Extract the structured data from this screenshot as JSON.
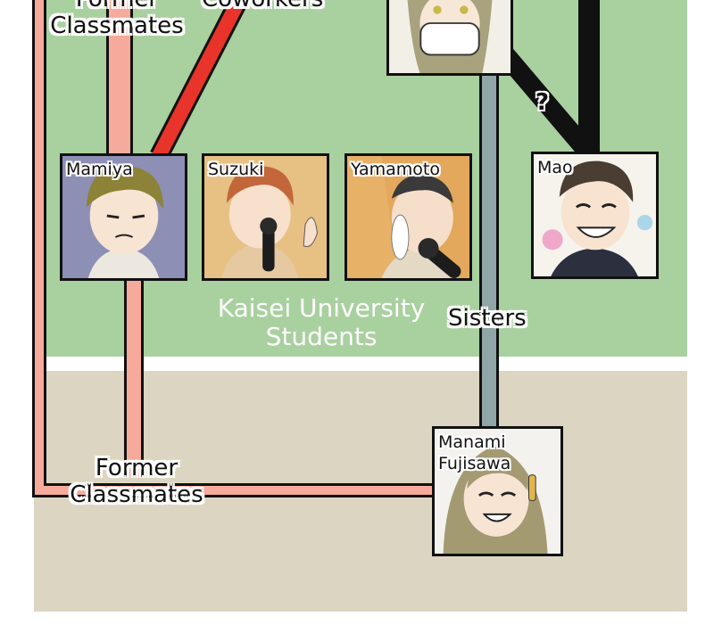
{
  "characters": {
    "mamiya": "Mamiya",
    "suzuki": "Suzuki",
    "yamamoto": "Yamamoto",
    "mao": "Mao",
    "manami": "Manami Fujisawa"
  },
  "relations": {
    "former_classmates_top": "Former Classmates",
    "coworkers": "Coworkers",
    "sisters": "Sisters",
    "former_classmates_bottom": "Former Classmates",
    "unknown": "?"
  },
  "groups": {
    "kaisei": "Kaisei University Students"
  },
  "colors": {
    "green_region": "#a9d09f",
    "beige_region": "#dcd5c1",
    "classmates_line": "#f6aa9c",
    "coworkers_line": "#e8342a",
    "sisters_line": "#8fa5a6",
    "unknown_line": "#111111"
  }
}
